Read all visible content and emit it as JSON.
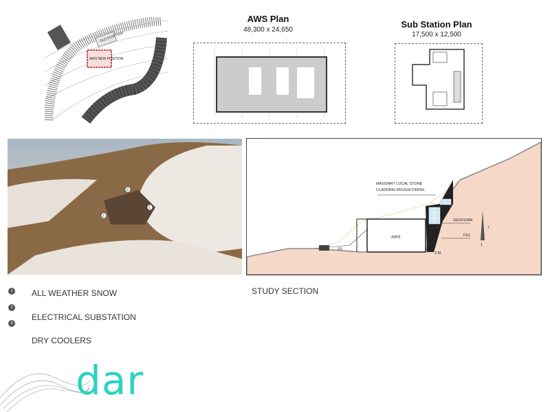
{
  "site_plan": {
    "labels": {
      "old": "OLD POSITION",
      "new": "AWS NEW POSITION"
    }
  },
  "aws_plan": {
    "title": "AWS Plan",
    "dimensions": "48,300 x 24,650"
  },
  "substation_plan": {
    "title": "Sub Station Plan",
    "dimensions": "17,500 x 12,500"
  },
  "rendering": {
    "markers": [
      "1",
      "2",
      "3"
    ]
  },
  "section": {
    "caption": "STUDY SECTION",
    "labels": {
      "masonry_1": "MASONRY LOCAL STONE",
      "masonry_2": "CLADDING ROUGH FINISH",
      "geofoam": "GEOFOAM",
      "fill": "FILL",
      "aws": "AWS",
      "ss": "SS",
      "dim": "3 M",
      "slope_v": "7",
      "slope_h": "1"
    }
  },
  "legend": {
    "numbers": [
      "1",
      "2",
      "3"
    ],
    "items": [
      "ALL WEATHER SNOW",
      "ELECTRICAL SUBSTATION",
      "DRY COOLERS"
    ]
  },
  "logo": {
    "text": "dar",
    "color": "#2ed3c0"
  },
  "colors": {
    "soil": "#f5d8c8",
    "red_outline": "#b22222"
  }
}
